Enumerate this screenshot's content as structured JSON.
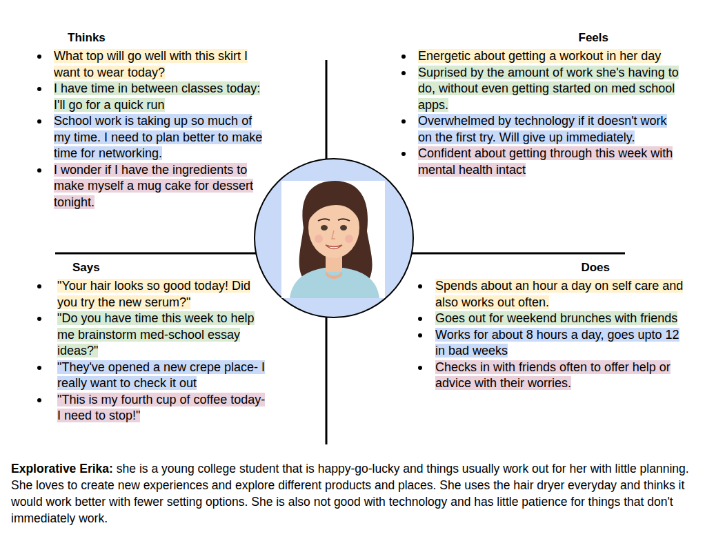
{
  "diagram": {
    "nodes": [
      {
        "text": [
          "Thinks",
          "What top will go well with this skirt I want to wear today?",
          "I have time in between classes today: I'll go for a quick run",
          "School work is taking up so much of my time. I need to plan better to make time for networking.",
          "I wonder if I have the ingredients to make myself a mug cake for dessert tonight."
        ]
      },
      {
        "text": [
          "Feels",
          "Energetic about getting a workout in her day",
          "Suprised by the amount of work she's having to do, without even getting started on med school apps.",
          "Overwhelmed by technology if it doesn't work on the first try. Will give up immediately.",
          "Confident about getting through this week with mental health intact"
        ]
      },
      {
        "text": [
          "Says",
          "\"Your hair looks so good today! Did you try the new serum?\"",
          "\"Do you have time this week to help me brainstorm med-school essay ideas?\"",
          "\"They've opened a new crepe place- I really want to check it out",
          "\"This is my fourth cup of coffee today- I need to stop!\""
        ]
      },
      {
        "text": [
          "Does",
          "Spends about an hour a day on self care and also works out often.",
          "Goes out for weekend brunches with friends",
          "Works for about 8 hours a day, goes upto 12 in bad weeks",
          "Checks in with friends often to offer help or advice with their worries."
        ]
      }
    ],
    "labels": [
      "Explorative Erika:",
      "she is a young college student that is happy-go-lucky and things usually work out for her with little planning. She loves to create new experiences and explore different products and places. She uses the hair dryer everyday and thinks it would work better with fewer setting options. She is also not good with technology and has little patience for things that don't immediately work."
    ]
  }
}
